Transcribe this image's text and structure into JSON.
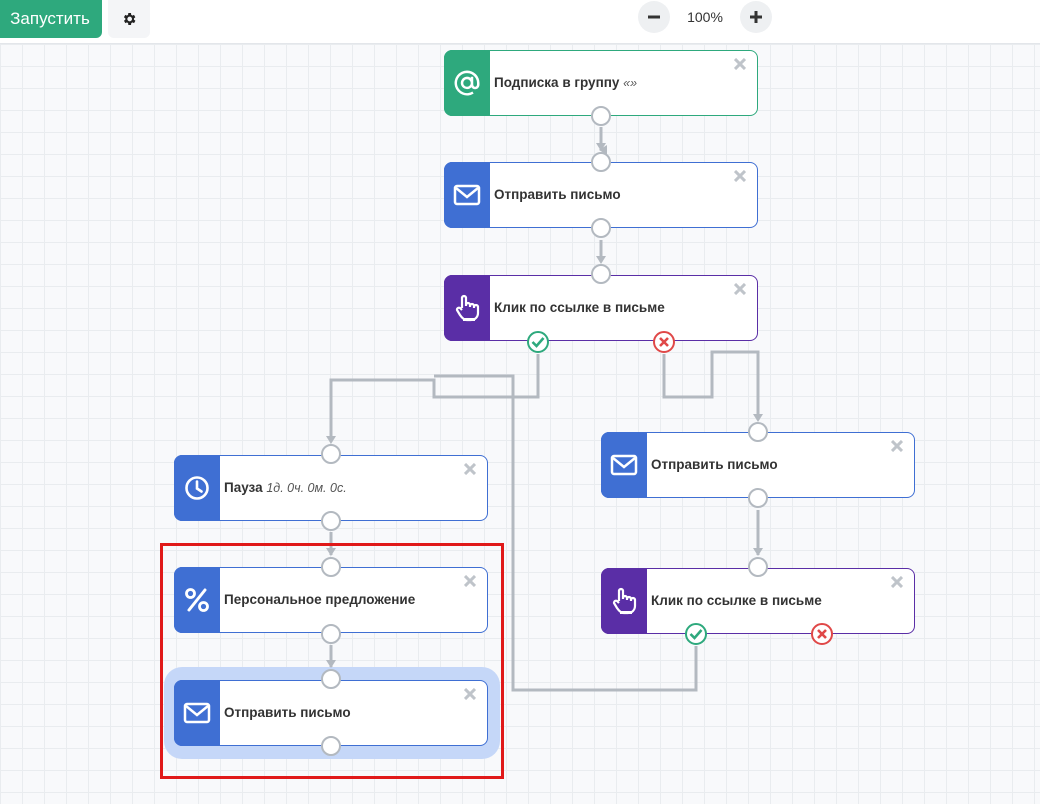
{
  "toolbar": {
    "run_label": "Запустить",
    "zoom_level": "100%",
    "settings_icon": "gear-icon",
    "zoom_out_icon": "minus-icon",
    "zoom_in_icon": "plus-icon"
  },
  "colors": {
    "trigger": "#2ea97d",
    "email": "#3f6fd3",
    "click": "#5a2ea6",
    "yes": "#2ea97d",
    "no": "#e04848",
    "highlight": "#e01919"
  },
  "nodes": {
    "subscribe": {
      "label": "Подписка в группу",
      "detail": "«»",
      "icon": "at-sign-icon"
    },
    "send1": {
      "label": "Отправить письмо",
      "icon": "envelope-icon"
    },
    "click1": {
      "label": "Клик по ссылке в письме",
      "icon": "pointer-hand-icon"
    },
    "pause": {
      "label": "Пауза",
      "detail": "1д. 0ч. 0м. 0с.",
      "icon": "clock-icon"
    },
    "send2": {
      "label": "Отправить письмо",
      "icon": "envelope-icon"
    },
    "offer": {
      "label": "Персональное предложение",
      "icon": "percent-icon"
    },
    "click2": {
      "label": "Клик по ссылке в письме",
      "icon": "pointer-hand-icon"
    },
    "send3": {
      "label": "Отправить письмо",
      "icon": "envelope-icon",
      "selected": true
    }
  }
}
